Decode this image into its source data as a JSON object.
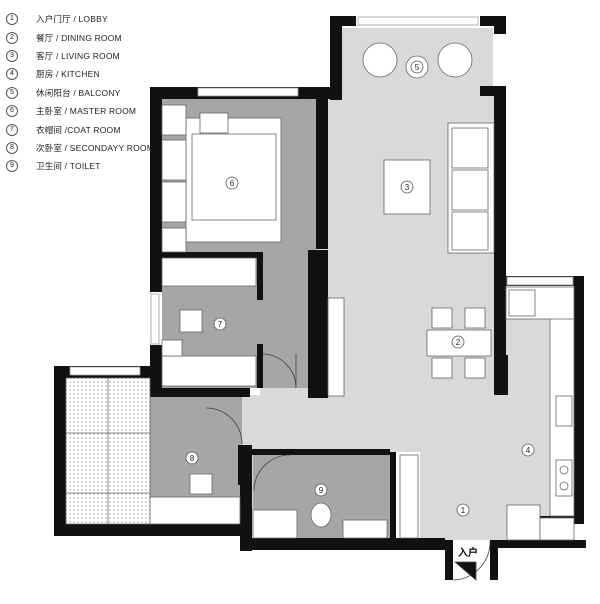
{
  "legend": [
    {
      "num": "1",
      "label": "入户门厅 / LOBBY"
    },
    {
      "num": "2",
      "label": "餐厅 / DINING ROOM"
    },
    {
      "num": "3",
      "label": "客厅 / LIVING ROOM"
    },
    {
      "num": "4",
      "label": "厨房 / KITCHEN"
    },
    {
      "num": "5",
      "label": "休闲阳台 / BALCONY"
    },
    {
      "num": "6",
      "label": "主卧室 / MASTER ROOM"
    },
    {
      "num": "7",
      "label": "衣帽间 /COAT ROOM"
    },
    {
      "num": "8",
      "label": "次卧室 / SECONDAYY ROOM"
    },
    {
      "num": "9",
      "label": "卫生间 / TOILET"
    }
  ],
  "rooms": {
    "lobby": "1",
    "dining": "2",
    "living": "3",
    "kitchen": "4",
    "balcony": "5",
    "master": "6",
    "coat": "7",
    "second": "8",
    "toilet": "9"
  },
  "entry_label": "入户",
  "colors": {
    "wall": "#111111",
    "floor_light": "#d9d9d9",
    "floor_dark": "#a6a6a6",
    "furniture": "#ffffff"
  }
}
